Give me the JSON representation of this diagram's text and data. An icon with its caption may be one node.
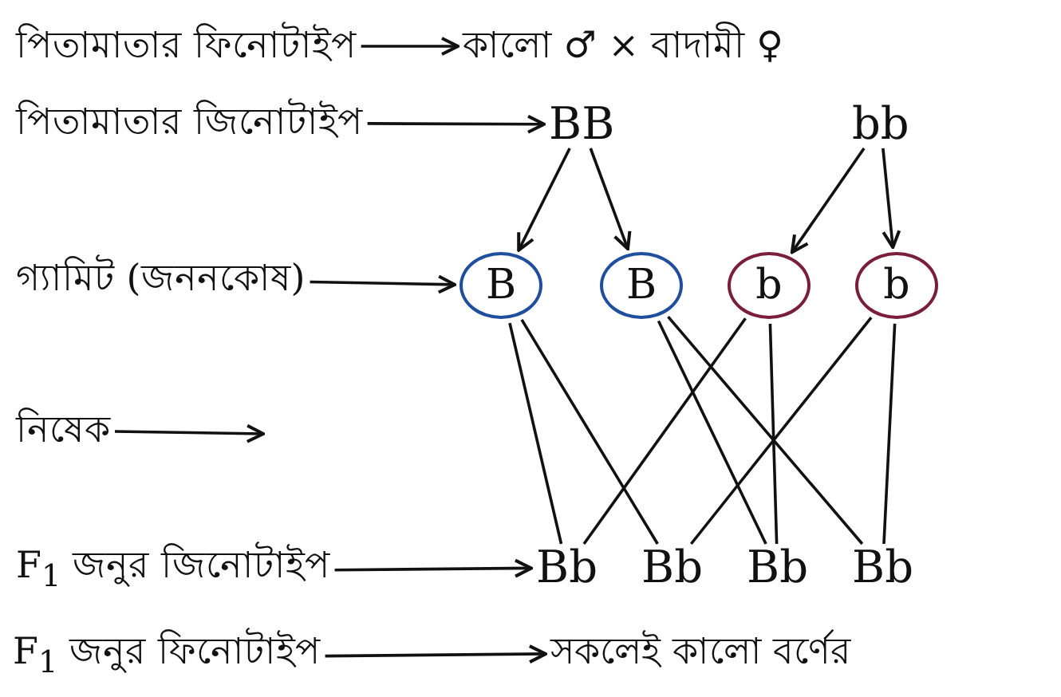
{
  "diagram": {
    "nodes": [
      {
        "text": [
          "পিতামাতার ফিনোটাইপ"
        ]
      },
      {
        "text": [
          "কালো ♂ × বাদামী ♀"
        ]
      },
      {
        "text": [
          "পিতামাতার জিনোটাইপ"
        ]
      },
      {
        "text": [
          "BB"
        ]
      },
      {
        "text": [
          "bb"
        ]
      },
      {
        "text": [
          "গ্যামিট (জননকোষ)"
        ]
      },
      {
        "text": [
          "B"
        ]
      },
      {
        "text": [
          "B"
        ]
      },
      {
        "text": [
          "b"
        ]
      },
      {
        "text": [
          "b"
        ]
      },
      {
        "text": [
          "নিষেক"
        ]
      },
      {
        "text": [
          "F$_{1}$ জনুর জিনোটাইপ"
        ]
      },
      {
        "text": [
          "Bb"
        ]
      },
      {
        "text": [
          "Bb"
        ]
      },
      {
        "text": [
          "Bb"
        ]
      },
      {
        "text": [
          "Bb"
        ]
      },
      {
        "text": [
          "F$_{1}$ জনুর ফিনোটাইপ"
        ]
      },
      {
        "text": [
          "সকলেই কালো বর্ণের"
        ]
      }
    ],
    "edges": [
      {
        "from": 0,
        "to": 1,
        "arrow": "to"
      },
      {
        "from": 2,
        "to": 3,
        "arrow": "to"
      },
      {
        "from": 3,
        "to": 6,
        "arrow": "to"
      },
      {
        "from": 3,
        "to": 7,
        "arrow": "to"
      },
      {
        "from": 4,
        "to": 8,
        "arrow": "to"
      },
      {
        "from": 4,
        "to": 9,
        "arrow": "to"
      },
      {
        "from": 5,
        "to": 6,
        "arrow": "to"
      },
      {
        "from": 10,
        "to": null,
        "arrow": "to"
      },
      {
        "from": 6,
        "to": 12,
        "arrow": "none"
      },
      {
        "from": 6,
        "to": 13,
        "arrow": "none"
      },
      {
        "from": 7,
        "to": 14,
        "arrow": "none"
      },
      {
        "from": 7,
        "to": 15,
        "arrow": "none"
      },
      {
        "from": 8,
        "to": 12,
        "arrow": "none"
      },
      {
        "from": 8,
        "to": 14,
        "arrow": "none"
      },
      {
        "from": 9,
        "to": 13,
        "arrow": "none"
      },
      {
        "from": 9,
        "to": 15,
        "arrow": "none"
      },
      {
        "from": 11,
        "to": 12,
        "arrow": "to"
      },
      {
        "from": 16,
        "to": 17,
        "arrow": "to"
      }
    ]
  }
}
